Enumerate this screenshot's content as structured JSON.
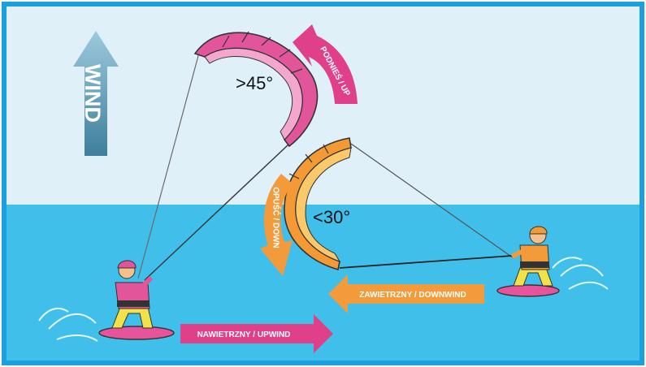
{
  "diagram": {
    "wind_label": "WIND",
    "angle_high": ">45°",
    "angle_low": "<30°",
    "arrow_up_label": "PODNIEŚ / UP",
    "arrow_down_label": "OPUŚĆ / DOWN",
    "arrow_upwind_label": "NAWIETRZNY / UPWIND",
    "arrow_downwind_label": "ZAWIETRZNY / DOWNWIND"
  },
  "colors": {
    "frame": "#1aa0dc",
    "sky": "#dff0f8",
    "water": "#3fbfea",
    "kite_pink": "#e2559a",
    "kite_pink_light": "#f4a7cc",
    "kite_orange": "#f49a35",
    "kite_orange_light": "#fbc96a",
    "arrow_pink": "#e0408a",
    "arrow_orange": "#f39a3b",
    "wind_arrow": "#6aa6c2",
    "board": "#e8549c",
    "shirt_pink": "#e2559a",
    "shirt_orange": "#f39a3b",
    "shorts": "#f2e24a"
  }
}
